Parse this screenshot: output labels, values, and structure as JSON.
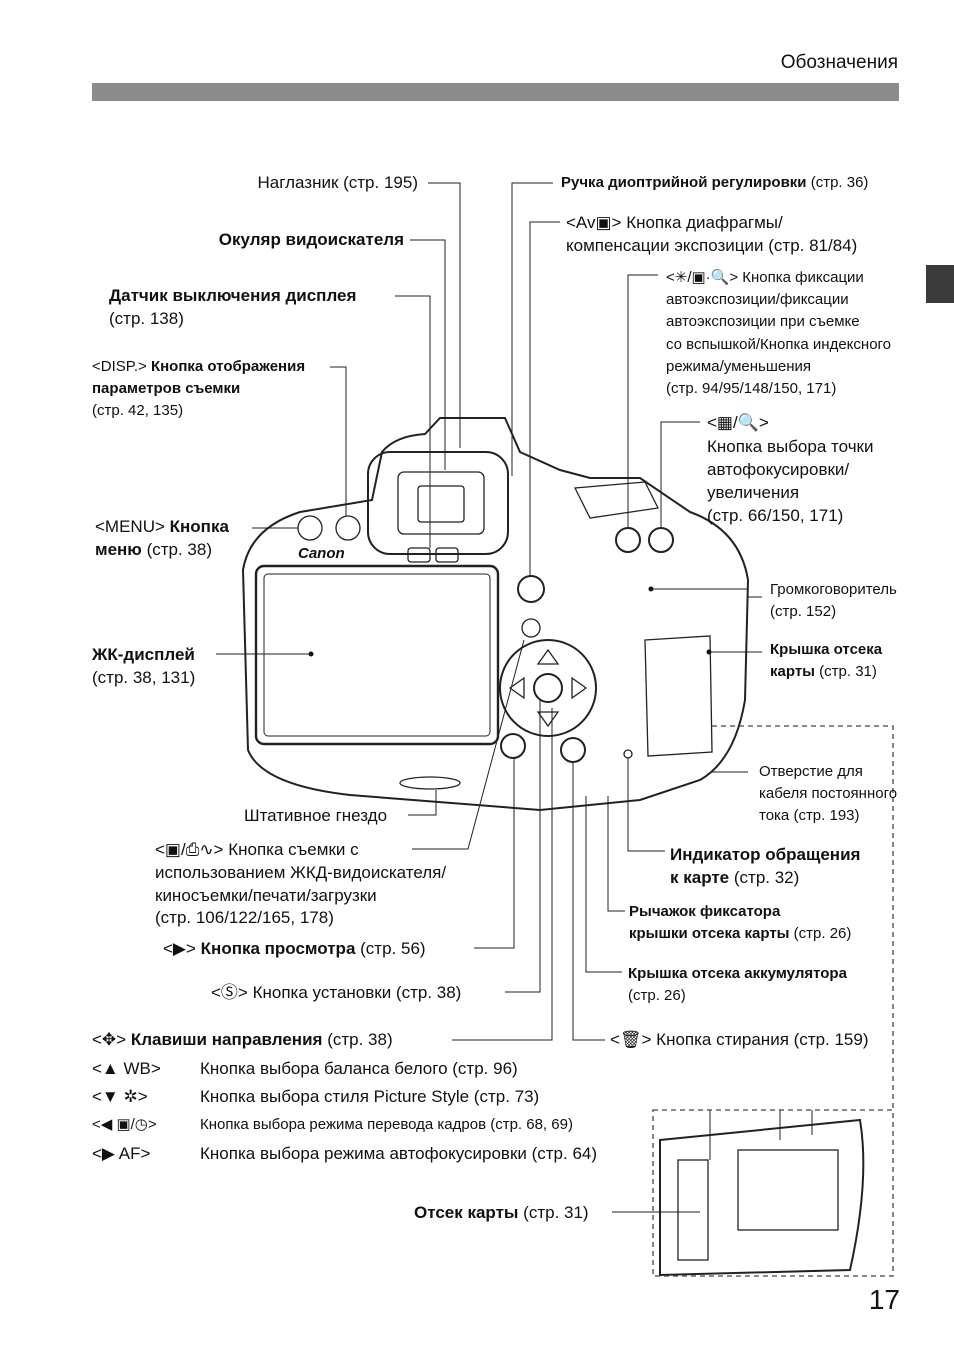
{
  "header": {
    "title": "Обозначения"
  },
  "page_number": "17",
  "callouts": {
    "eyecup": "Наглазник (стр. 195)",
    "viewfinder_eyepiece": "Окуляр видоискателя",
    "display_off_sensor": "Датчик выключения дисплея",
    "display_off_sensor_page": "(стр. 138)",
    "disp_button_symbol": "<DISP.>",
    "disp_button_1": "Кнопка отображения",
    "disp_button_2": "параметров съемки",
    "disp_button_page": "(стр. 42, 135)",
    "menu_button_symbol": "<MENU>",
    "menu_button_1": "Кнопка",
    "menu_button_2": "меню",
    "menu_button_page": "(стр. 38)",
    "lcd_1": "ЖК-дисплей",
    "lcd_2": "(стр. 38, 131)",
    "diopter_bold": "Ручка диоптрийной регулировки",
    "diopter_page": "(стр. 36)",
    "aperture_1": "Кнопка диафрагмы/",
    "aperture_2": "компенсации экспозиции (стр. 81/84)",
    "ae_lock_1": "Кнопка фиксации",
    "ae_lock_2": "автоэкспозиции/фиксации",
    "ae_lock_3": "автоэкспозиции при съемке",
    "ae_lock_4": "со вспышкой/Кнопка индексного",
    "ae_lock_5": "режима/уменьшения",
    "ae_lock_6": "(стр. 94/95/148/150, 171)",
    "af_point_1": "Кнопка выбора точки",
    "af_point_2": "автофокусировки/",
    "af_point_3": "увеличения",
    "af_point_4": "(стр. 66/150, 171)",
    "speaker_1": "Громкоговоритель",
    "speaker_2": "(стр. 152)",
    "card_cover_1": "Крышка отсека",
    "card_cover_2": "карты",
    "card_cover_page": "(стр. 31)",
    "dc_hole_1": "Отверстие для",
    "dc_hole_2": "кабеля постоянного",
    "dc_hole_3": "тока (стр. 193)",
    "tripod": "Штативное гнездо",
    "direct_print_1": "Кнопка съемки с",
    "direct_print_2": "использованием ЖКД-видоискателя/",
    "direct_print_3": "киносъемки/печати/загрузки",
    "direct_print_4": "(стр. 106/122/165, 178)",
    "playback_bold": "Кнопка просмотра",
    "playback_page": "(стр. 56)",
    "set_button": "Кнопка установки (стр. 38)",
    "access_lamp_1": "Индикатор обращения",
    "access_lamp_2": "к карте",
    "access_lamp_page": "(стр. 32)",
    "cover_lock_1": "Рычажок фиксатора",
    "cover_lock_2": "крышки отсека карты",
    "cover_lock_page": "(стр. 26)",
    "battery_cover_1": "Крышка отсека аккумулятора",
    "battery_cover_2": "(стр. 26)",
    "cross_keys_bold": "Клавиши направления",
    "cross_keys_page": "(стр. 38)",
    "erase": "Кнопка стирания (стр. 159)",
    "card_slot_bold": "Отсек карты",
    "card_slot_page": "(стр. 31)"
  },
  "legend": [
    {
      "symbol": "<▲ WB>",
      "text": "Кнопка выбора баланса белого (стр. 96)"
    },
    {
      "symbol": "<▼ ✲>",
      "text": "Кнопка выбора стиля Picture Style (стр. 73)"
    },
    {
      "symbol": "<◀ ▣/◷>",
      "text": "Кнопка выбора режима перевода кадров (стр. 68, 69)"
    },
    {
      "symbol": "<▶ AF>",
      "text": "Кнопка выбора режима автофокусировки (стр. 64)"
    }
  ],
  "camera": {
    "brand": "Canon"
  }
}
